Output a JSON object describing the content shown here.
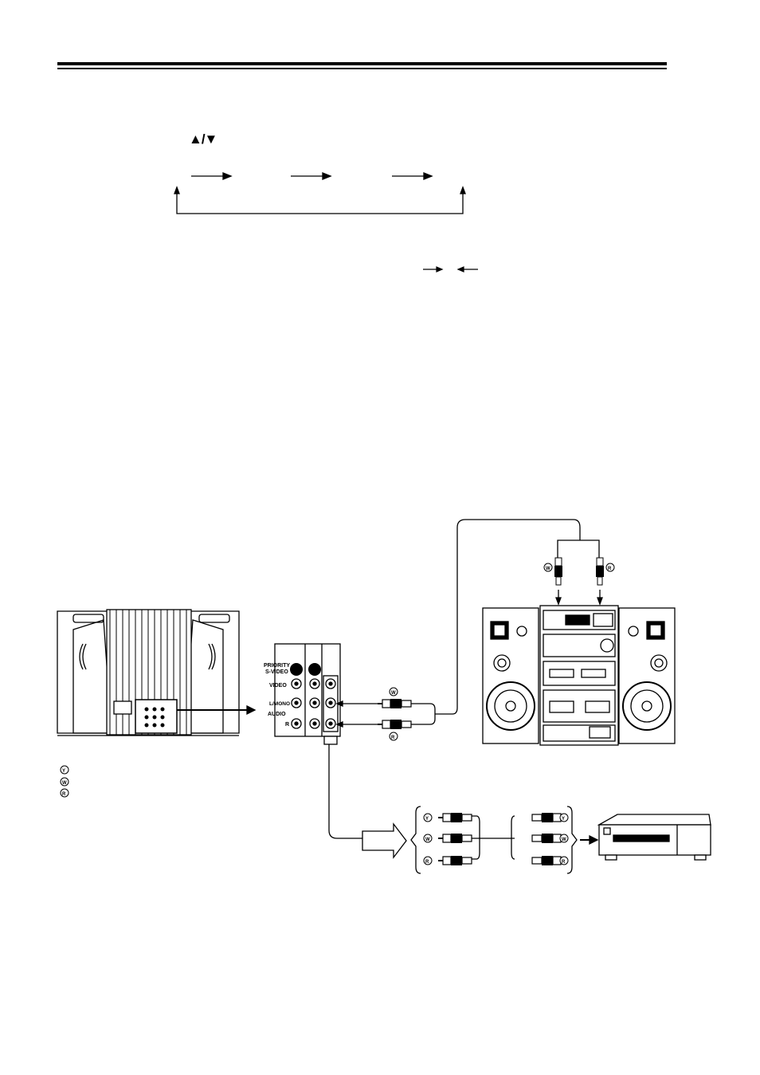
{
  "header": {
    "updown_symbol": "▲/▼"
  },
  "panel": {
    "row1": "PRIORITY",
    "row1b": "S-VIDEO",
    "row2": "VIDEO",
    "row3": "L/MONO",
    "row4": "AUDIO",
    "row5": "R"
  },
  "cable_marks": {
    "yellow": "Y",
    "white": "W",
    "red": "R"
  }
}
